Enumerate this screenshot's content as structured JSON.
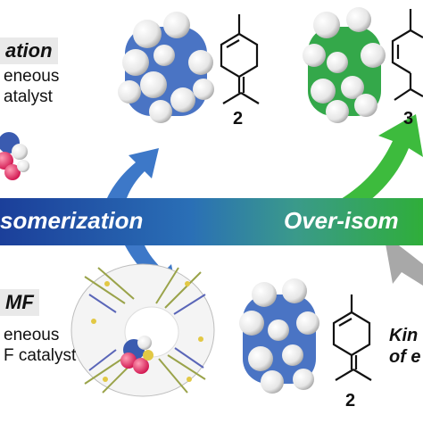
{
  "top_left": {
    "header": "ation",
    "lines": [
      "eneous",
      "atalyst"
    ]
  },
  "bottom_left": {
    "header": "MF",
    "lines": [
      "eneous",
      "F catalyst"
    ]
  },
  "band": {
    "left_label": "somerization",
    "right_label": "Over-isom"
  },
  "compound_labels": {
    "top_blue": "2",
    "top_green": "3",
    "bottom_blue": "2"
  },
  "kinetic_note": {
    "line1": "Kin",
    "line2": "of e"
  },
  "colors": {
    "blue_molecule": "#4a74c4",
    "green_molecule": "#34a84a",
    "band_start": "#1b3f9a",
    "band_end": "#2fae3a",
    "arrow_blue": "#3d78c8",
    "arrow_green": "#3dbb3d",
    "arrow_gray": "#a8a8a8"
  }
}
